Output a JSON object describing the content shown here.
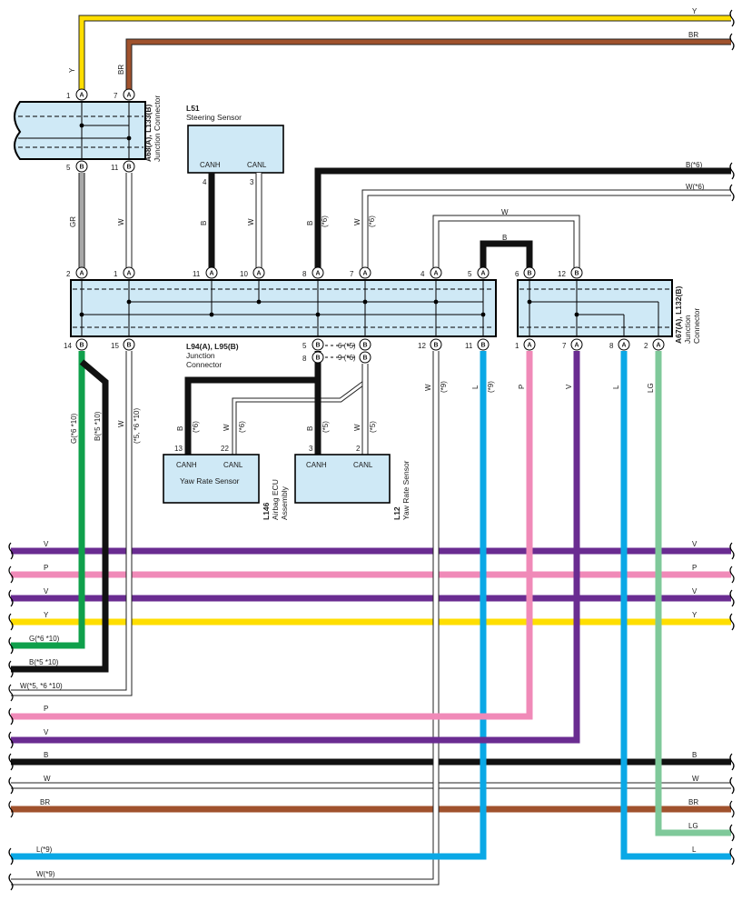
{
  "colors": {
    "Y": "#ffde00",
    "BR": "#a0522d",
    "B": "#111111",
    "W": "#ffffff",
    "GR": "#a8a8a8",
    "V": "#6a2c91",
    "P": "#f08ab8",
    "G": "#0fa04b",
    "L": "#0aa8e6",
    "LG": "#7fc99a",
    "box": "#cfe9f6"
  },
  "connectors": {
    "jc_top": {
      "name": "A68(A), L133(B)",
      "desc": "Junction Connector"
    },
    "jc_main": {
      "name": "L94(A), L95(B)",
      "desc": "Junction",
      "desc2": "Connector"
    },
    "jc_right": {
      "name": "A67(A), L132(B)",
      "desc": "Junction",
      "desc2": "Connector"
    }
  },
  "components": {
    "steering": {
      "code": "L51",
      "name": "Steering Sensor",
      "pin_h": "CANH",
      "pin_l": "CANL"
    },
    "airbag": {
      "code": "L146",
      "name": "Airbag ECU",
      "name2": "Assembly",
      "title": "Yaw Rate Sensor",
      "pin_h": "CANH",
      "pin_l": "CANL"
    },
    "yaw": {
      "code": "L12",
      "name": "Yaw Rate Sensor",
      "pin_h": "CANH",
      "pin_l": "CANL"
    }
  },
  "wire_labels": {
    "top_y": "Y",
    "top_br": "BR",
    "b6": "B(*6)",
    "w6": "W(*6)",
    "w_loop": "W",
    "b_loop": "B",
    "gr": "GR",
    "w": "W",
    "b": "B",
    "star6": "(*6)",
    "star5": "(*5)",
    "star9": "(*9)",
    "g_vert": "G(*6 *10)",
    "b_vert": "B(*5 *10)",
    "w_vert_star": "(*5, *6 *10)",
    "l": "L",
    "p": "P",
    "v": "V",
    "lg": "LG",
    "y": "Y",
    "br": "BR",
    "g_bus": "G(*6 *10)",
    "b_bus": "B(*5 *10)",
    "w_bus": "W(*5, *6 *10)",
    "l9": "L(*9)",
    "w9": "W(*9)",
    "pin_6_5": "6 (*5)",
    "pin_9_6": "9 (*6)"
  },
  "bus_left_labels": [
    "V",
    "P",
    "V",
    "Y",
    "P",
    "V",
    "B",
    "W",
    "BR"
  ],
  "bus_right_labels": [
    "V",
    "P",
    "V",
    "Y",
    "B",
    "W",
    "BR",
    "LG",
    "L"
  ],
  "pins": {
    "top": [
      "1",
      "A",
      "7",
      "A",
      "5",
      "B",
      "11",
      "B"
    ],
    "main_top": [
      "2",
      "1",
      "11",
      "10",
      "8",
      "7",
      "4",
      "5"
    ],
    "main_bottom": [
      "14",
      "15",
      "5",
      "8",
      "12",
      "11"
    ],
    "right_top": [
      "6",
      "12"
    ],
    "right_bottom": [
      "1",
      "7",
      "8",
      "2"
    ],
    "steer": [
      "4",
      "3"
    ],
    "airbag": [
      "13",
      "22"
    ],
    "yaw": [
      "3",
      "2"
    ]
  }
}
